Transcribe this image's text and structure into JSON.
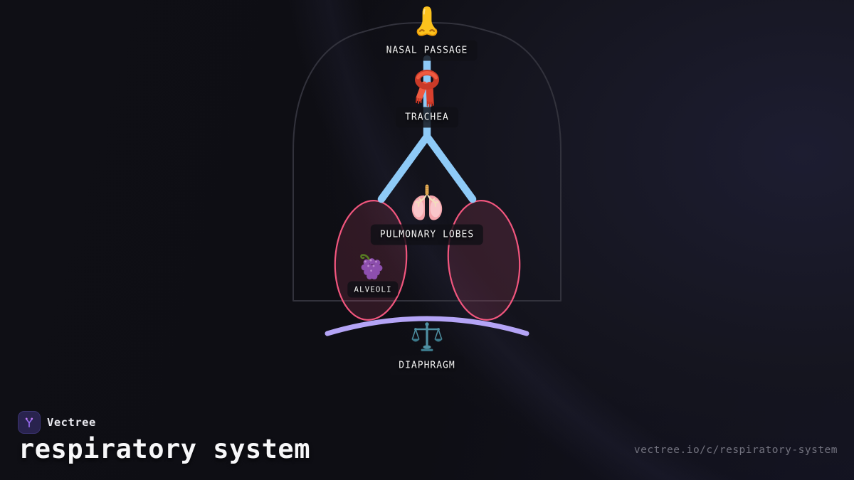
{
  "diagram": {
    "nodes": [
      {
        "id": "nasal-passage",
        "label": "NASAL PASSAGE",
        "icon": "nose-icon"
      },
      {
        "id": "trachea",
        "label": "TRACHEA",
        "icon": "scarf-icon"
      },
      {
        "id": "pulmonary-lobes",
        "label": "PULMONARY LOBES",
        "icon": "lungs-icon"
      },
      {
        "id": "alveoli",
        "label": "ALVEOLI",
        "icon": "grapes-icon"
      },
      {
        "id": "diaphragm",
        "label": "DIAPHRAGM",
        "icon": "balance-scale-icon"
      }
    ],
    "colors": {
      "airway": "#8ecaf7",
      "lung_outline": "#f2567e",
      "lung_fill": "rgba(242,88,128,0.15)",
      "diaphragm_arc": "#b4a4f6",
      "torso_outline": "#32323c",
      "label_text": "#f2f2f2"
    }
  },
  "footer": {
    "brand": "Vectree",
    "title": "respiratory system",
    "url": "vectree.io/c/respiratory-system",
    "accent": "#9a6cf5"
  }
}
